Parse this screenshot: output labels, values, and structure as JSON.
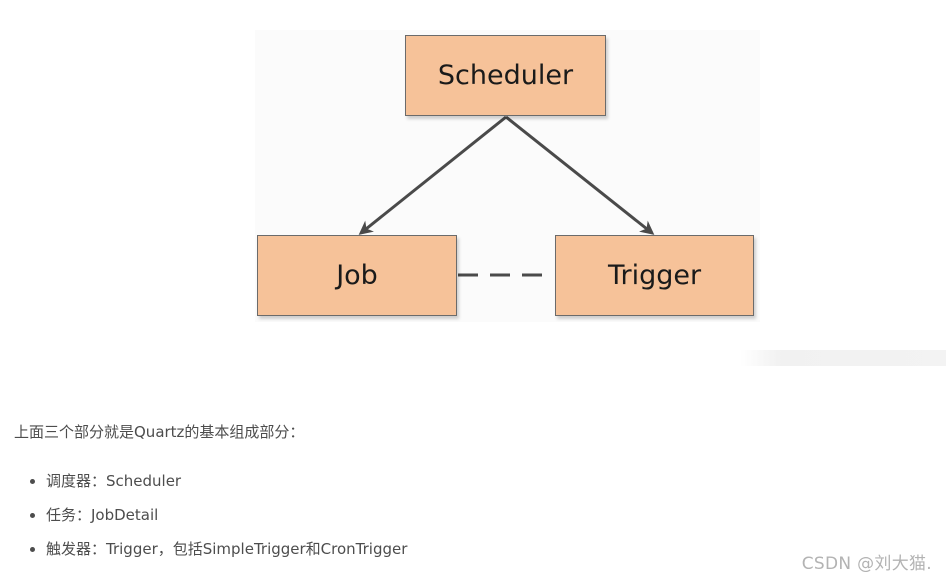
{
  "diagram": {
    "nodes": {
      "scheduler": "Scheduler",
      "job": "Job",
      "trigger": "Trigger"
    },
    "colors": {
      "node_fill": "#f6c299",
      "node_border": "#6b6b6b",
      "arrow": "#4a4a4a"
    }
  },
  "article": {
    "intro": "上面三个部分就是Quartz的基本组成部分：",
    "items": [
      "调度器：Scheduler",
      "任务：JobDetail",
      "触发器：Trigger，包括SimpleTrigger和CronTrigger"
    ]
  },
  "watermark": "CSDN @刘大猫."
}
